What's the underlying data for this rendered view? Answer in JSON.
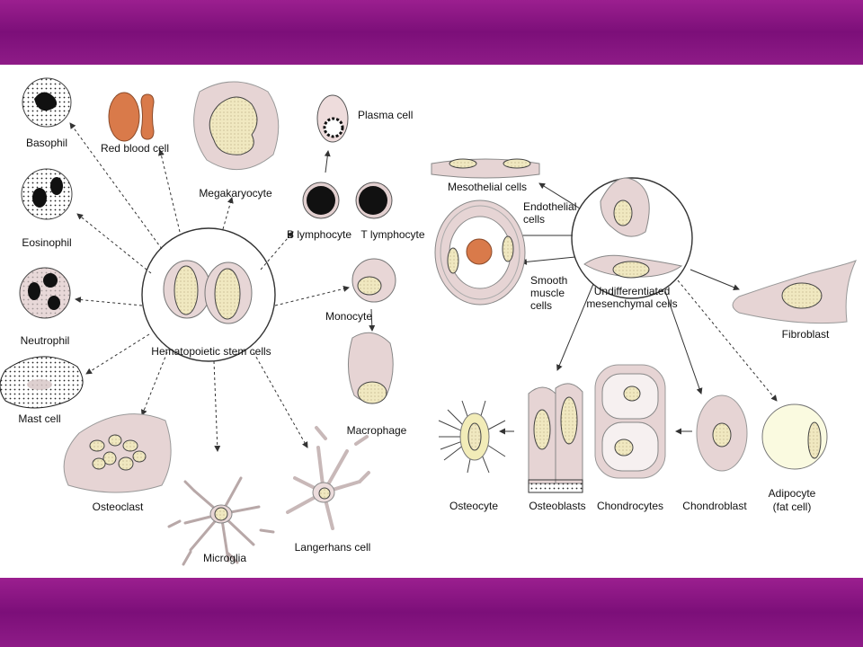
{
  "colors": {
    "band": "#8a1485",
    "cell": "#e8d8d8",
    "nucleus": "#efe6b4",
    "rbc": "#d97a4a"
  },
  "hematopoietic": {
    "center_label": "Hematopoietic stem cells",
    "labels": {
      "basophil": "Basophil",
      "rbc": "Red blood cell",
      "megakaryocyte": "Megakaryocyte",
      "plasma": "Plasma cell",
      "b_lymph": "B lymphocyte",
      "t_lymph": "T lymphocyte",
      "eosinophil": "Eosinophil",
      "neutrophil": "Neutrophil",
      "mast": "Mast cell",
      "monocyte": "Monocyte",
      "macrophage": "Macrophage",
      "osteoclast": "Osteoclast",
      "microglia": "Microglia",
      "langerhans": "Langerhans cell"
    }
  },
  "mesenchymal": {
    "center_label_1": "Undifferentiated",
    "center_label_2": "mesenchymal cells",
    "labels": {
      "mesothelial": "Mesothelial cells",
      "endothelial_1": "Endothelial",
      "endothelial_2": "cells",
      "smooth_1": "Smooth",
      "smooth_2": "muscle",
      "smooth_3": "cells",
      "fibroblast": "Fibroblast",
      "osteocyte": "Osteocyte",
      "osteoblasts": "Osteoblasts",
      "chondrocytes": "Chondrocytes",
      "chondroblast": "Chondroblast",
      "adipocyte_1": "Adipocyte",
      "adipocyte_2": "(fat cell)"
    }
  }
}
